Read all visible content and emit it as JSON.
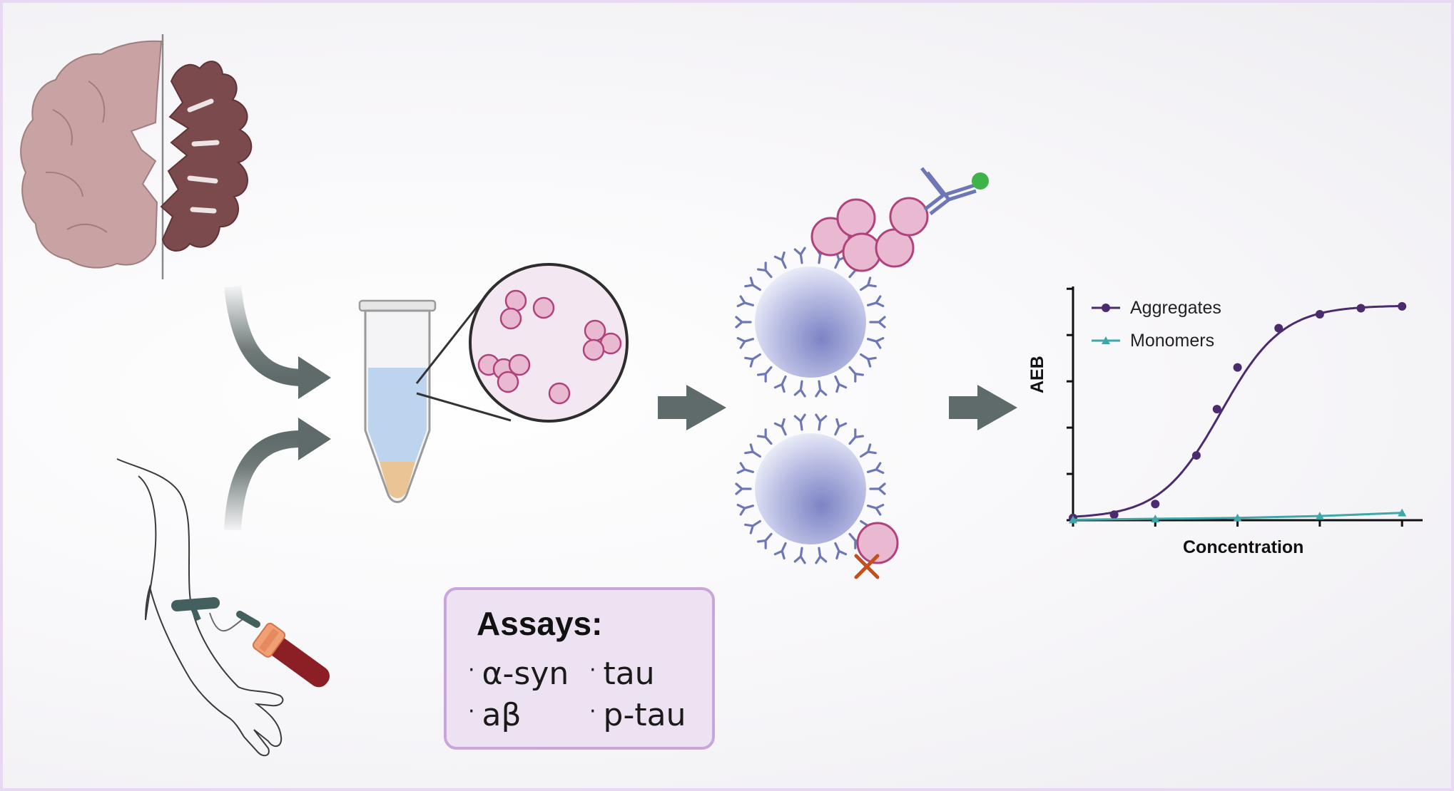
{
  "assays": {
    "title": "Assays:",
    "items": [
      "α-syn",
      "tau",
      "aβ",
      "p-tau"
    ]
  },
  "colors": {
    "brain_healthy": "#c9a3a4",
    "brain_disease": "#7a4a4c",
    "arrow": "#5f6b6a",
    "aggregate_fill": "#e9b9d2",
    "aggregate_stroke": "#b0427c",
    "bead": "#8a90c7",
    "antibody": "#6d77b6",
    "aggregates_series": "#4b2a6e",
    "monomers_series": "#3fa7a8",
    "assay_box_fill": "#ece2f1",
    "assay_box_border": "#c9a6d9"
  },
  "icons": [
    "brain-section-icon",
    "arm-blood-draw-icon",
    "sample-tube-icon",
    "magnified-aggregates-icon",
    "bead-bound-aggregate-icon",
    "bead-unbound-monomer-icon",
    "detection-antibody-icon",
    "not-detected-cross-icon"
  ],
  "chart_data": {
    "type": "line",
    "xlabel": "Concentration",
    "ylabel": "AEB",
    "legend_position": "top-left",
    "grid": false,
    "tick_labels": false,
    "xlim": [
      0,
      8.5
    ],
    "ylim": [
      0,
      5.05
    ],
    "series": [
      {
        "name": "Aggregates",
        "marker": "circle",
        "x": [
          0,
          1,
          2,
          3,
          3.5,
          4,
          5,
          6,
          7,
          8
        ],
        "y": [
          0.05,
          0.12,
          0.35,
          1.4,
          2.4,
          3.3,
          4.15,
          4.45,
          4.58,
          4.62
        ]
      },
      {
        "name": "Monomers",
        "marker": "triangle",
        "x": [
          0,
          2,
          4,
          6,
          8
        ],
        "y": [
          0.01,
          0.03,
          0.05,
          0.09,
          0.16
        ]
      }
    ]
  }
}
